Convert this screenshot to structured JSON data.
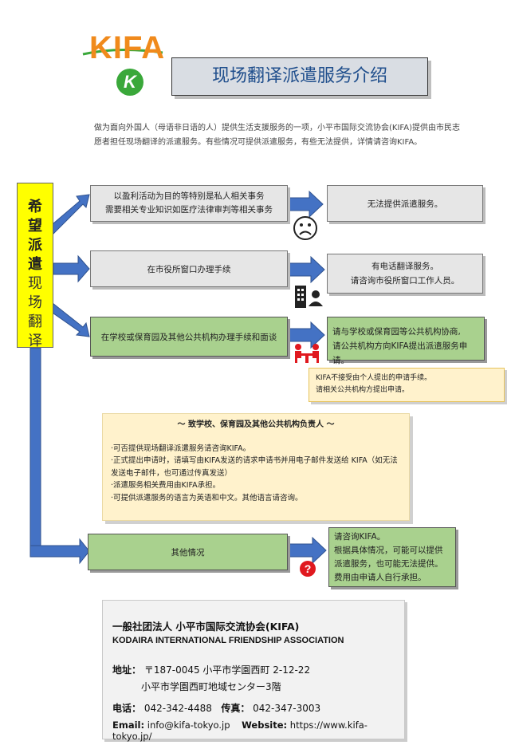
{
  "logo": {
    "text": "KIFA",
    "mark": "K"
  },
  "title": "现场翻译派遣服务介绍",
  "intro": "做为面向外国人（母语非日语的人）提供生活支援服务的一项，小平市国际交流协会(KIFA)提供由市民志愿者担任现场翻译的派遣服务。有些情况可提供派遣服务，有些无法提供，详情请咨询KIFA。",
  "wish": {
    "strong": [
      "希",
      "望",
      "派",
      "遣"
    ],
    "rest": [
      "现",
      "场",
      "翻",
      "译"
    ]
  },
  "rows": [
    {
      "case": [
        "以盈利活动为目的等特别是私人相关事务",
        "需要相关专业知识如医疗法律审判等相关事务"
      ],
      "result": [
        "无法提供派遣服务。"
      ],
      "icon": "sad-face-icon"
    },
    {
      "case": [
        "在市役所窗口办理手续"
      ],
      "result": [
        "有电话翻译服务。",
        "请咨询市役所窗口工作人员。"
      ],
      "icon": "office-building-icon"
    },
    {
      "case": [
        "在学校或保育园及其他公共机构办理手续和面谈"
      ],
      "result": [
        "请与学校或保育园等公共机构协商,",
        "请公共机构方向KIFA提出派遣服务申请。"
      ],
      "icon": "meeting-icon"
    },
    {
      "case": [
        "其他情况"
      ],
      "result": [
        "请咨询KIFA。",
        "根据具体情况，可能可以提供派遣服务，也可能无法提供。",
        "费用由申请人自行承担。"
      ],
      "icon": "question-icon"
    }
  ],
  "note": [
    "KIFA不接受由个人提出的申请手续。",
    "请相关公共机构方提出申请。"
  ],
  "notice": {
    "title": "～ 致学校、保育园及其他公共机构负责人 ～",
    "items": [
      "·可否提供现场翻译派遣服务请咨询KIFA。",
      "·正式提出申请时，请填写由KIFA发送的请求申请书并用电子邮件发送给 KIFA（如无法发送电子邮件，也可通过传真发送）",
      "·派遣服务相关费用由KIFA承担。",
      "·可提供派遣服务的语言为英语和中文。其他语言请咨询。"
    ]
  },
  "contact": {
    "org_cn": "一般社团法人 小平市国际交流协会(KIFA)",
    "org_en": "KODAIRA INTERNATIONAL FRIENDSHIP ASSOCIATION",
    "address_label": "地址：",
    "address1": "〒187-0045 小平市学園西町 2-12-22",
    "address2": "小平市学園西町地域センター3階",
    "tel_label": "电话：",
    "tel": "042-342-4488",
    "fax_label": "传真：",
    "fax": "042-347-3003",
    "email_label": "Email:",
    "email": "info@kifa-tokyo.jp",
    "web_label": "Website:",
    "web": "https://www.kifa-tokyo.jp/"
  },
  "colors": {
    "arrow": "#4472c4",
    "accent_green": "#a9d18e",
    "logo_orange": "#f08a1c",
    "title_blue": "#1f4e8c"
  }
}
